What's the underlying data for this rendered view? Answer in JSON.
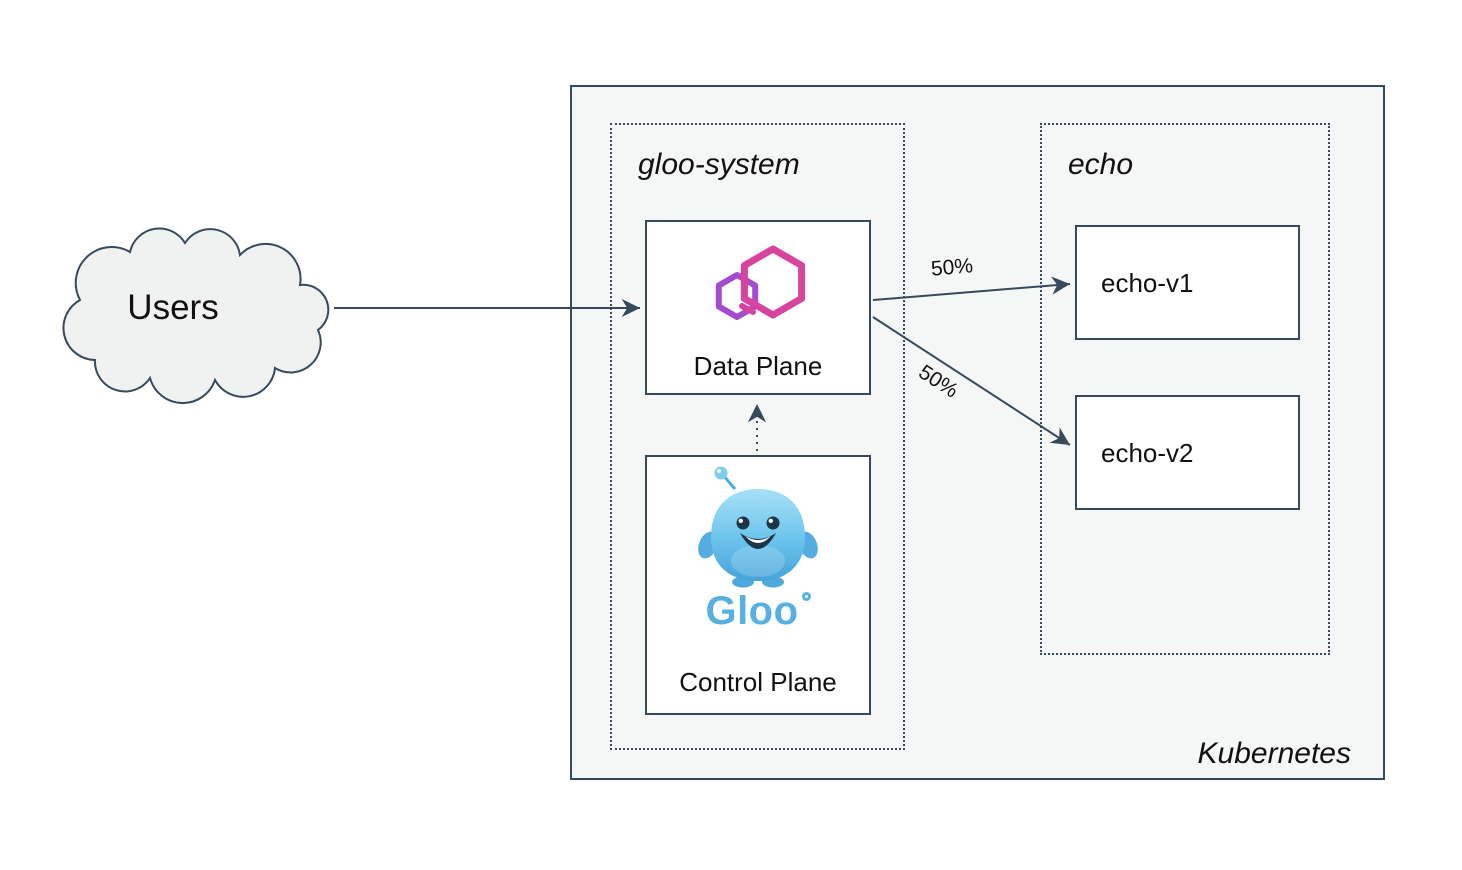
{
  "colors": {
    "outline": "#37495c",
    "text": "#111111",
    "box-fill": "#f5f6f6",
    "cloud-fill": "#f0f1f1",
    "gloo-pink": "#d8439e",
    "gloo-purple": "#a44bcf",
    "gloo-blue": "#58b0e0"
  },
  "nodes": {
    "users": {
      "label": "Users"
    },
    "kubernetes": {
      "label": "Kubernetes"
    },
    "gloo_system": {
      "label": "gloo-system"
    },
    "echo_namespace": {
      "label": "echo"
    },
    "data_plane": {
      "label": "Data Plane"
    },
    "control_plane": {
      "label": "Control Plane",
      "logo_text": "Gloo"
    },
    "echo_v1": {
      "label": "echo-v1"
    },
    "echo_v2": {
      "label": "echo-v2"
    }
  },
  "edges": {
    "users_to_data_plane": {
      "label": "",
      "style": "solid"
    },
    "data_plane_to_echo_v1": {
      "label": "50%",
      "style": "solid"
    },
    "data_plane_to_echo_v2": {
      "label": "50%",
      "style": "solid"
    },
    "control_plane_to_data_plane": {
      "label": "",
      "style": "dotted"
    }
  }
}
